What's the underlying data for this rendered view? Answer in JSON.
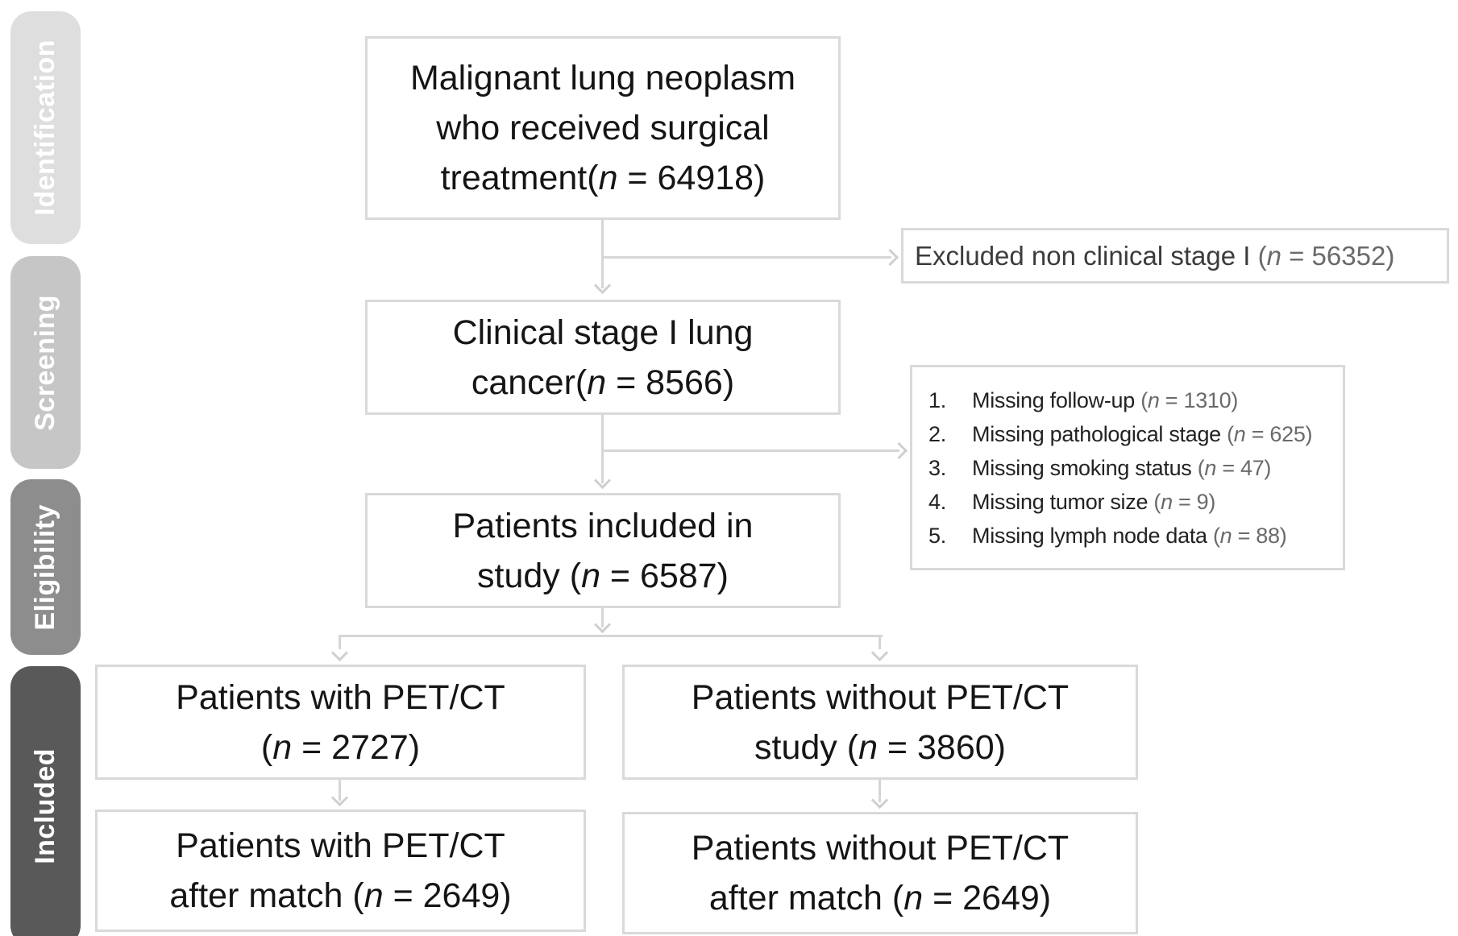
{
  "figure": {
    "kind": "patient-selection-flow-diagram"
  },
  "colors": {
    "box_border": "#d9d9d9",
    "connector": "#d6d6d6",
    "text_primary": "#151515",
    "text_secondary": "#3c3c3c",
    "text_muted": "#6a6a6a",
    "sidebar_text": "#ffffff"
  },
  "sidebar": {
    "stages": [
      {
        "label": "Identification",
        "fill": "#dedede"
      },
      {
        "label": "Screening",
        "fill": "#c6c6c6"
      },
      {
        "label": "Eligibility",
        "fill": "#8d8d8d"
      },
      {
        "label": "Included",
        "fill": "#595959"
      }
    ]
  },
  "boxes": {
    "identified": {
      "lines": [
        [
          {
            "t": "Malignant lung neoplasm"
          }
        ],
        [
          {
            "t": "who received surgical"
          }
        ],
        [
          {
            "t": "treatment("
          },
          {
            "t": "n",
            "i": 1
          },
          {
            "t": " = 64918)"
          }
        ]
      ]
    },
    "excluded": {
      "lines": [
        [
          {
            "t": "Excluded non clinical stage I "
          },
          {
            "t": "(",
            "m": 1
          },
          {
            "t": "n",
            "i": 1,
            "m": 1
          },
          {
            "t": " = 56352)",
            "m": 1
          }
        ]
      ]
    },
    "clinical_stage1": {
      "lines": [
        [
          {
            "t": "Clinical stage I lung"
          }
        ],
        [
          {
            "t": "cancer("
          },
          {
            "t": "n",
            "i": 1
          },
          {
            "t": " = 8566)"
          }
        ]
      ]
    },
    "exclusion_reasons": {
      "lines": [
        [
          {
            "t": "1.",
            "num": 1
          },
          {
            "t": "Missing follow-up "
          },
          {
            "t": "(",
            "m": 1
          },
          {
            "t": "n",
            "i": 1,
            "m": 1
          },
          {
            "t": " = 1310)",
            "m": 1
          }
        ],
        [
          {
            "t": "2.",
            "num": 1
          },
          {
            "t": "Missing pathological stage "
          },
          {
            "t": "(",
            "m": 1
          },
          {
            "t": "n",
            "i": 1,
            "m": 1
          },
          {
            "t": " = 625)",
            "m": 1
          }
        ],
        [
          {
            "t": "3.",
            "num": 1
          },
          {
            "t": "Missing smoking status "
          },
          {
            "t": "(",
            "m": 1
          },
          {
            "t": "n",
            "i": 1,
            "m": 1
          },
          {
            "t": " = 47)",
            "m": 1
          }
        ],
        [
          {
            "t": "4.",
            "num": 1
          },
          {
            "t": "Missing tumor size "
          },
          {
            "t": "(",
            "m": 1
          },
          {
            "t": "n",
            "i": 1,
            "m": 1
          },
          {
            "t": " = 9)",
            "m": 1
          }
        ],
        [
          {
            "t": "5.",
            "num": 1
          },
          {
            "t": "Missing lymph node data "
          },
          {
            "t": "(",
            "m": 1
          },
          {
            "t": "n",
            "i": 1,
            "m": 1
          },
          {
            "t": " = 88)",
            "m": 1
          }
        ]
      ]
    },
    "included_study": {
      "lines": [
        [
          {
            "t": "Patients included in"
          }
        ],
        [
          {
            "t": "study ("
          },
          {
            "t": "n",
            "i": 1
          },
          {
            "t": " = 6587)"
          }
        ]
      ]
    },
    "pet_group": {
      "lines": [
        [
          {
            "t": "Patients with PET/CT"
          }
        ],
        [
          {
            "t": "("
          },
          {
            "t": "n",
            "i": 1
          },
          {
            "t": " = 2727)"
          }
        ]
      ]
    },
    "no_pet_group": {
      "lines": [
        [
          {
            "t": "Patients without PET/CT"
          }
        ],
        [
          {
            "t": "study ("
          },
          {
            "t": "n",
            "i": 1
          },
          {
            "t": " = 3860)"
          }
        ]
      ]
    },
    "pet_matched": {
      "lines": [
        [
          {
            "t": "Patients with PET/CT"
          }
        ],
        [
          {
            "t": "after match ("
          },
          {
            "t": "n",
            "i": 1
          },
          {
            "t": " = 2649)"
          }
        ]
      ]
    },
    "no_pet_matched": {
      "lines": [
        [
          {
            "t": "Patients without PET/CT"
          }
        ],
        [
          {
            "t": "after match ("
          },
          {
            "t": "n",
            "i": 1
          },
          {
            "t": " = 2649)"
          }
        ]
      ]
    }
  }
}
